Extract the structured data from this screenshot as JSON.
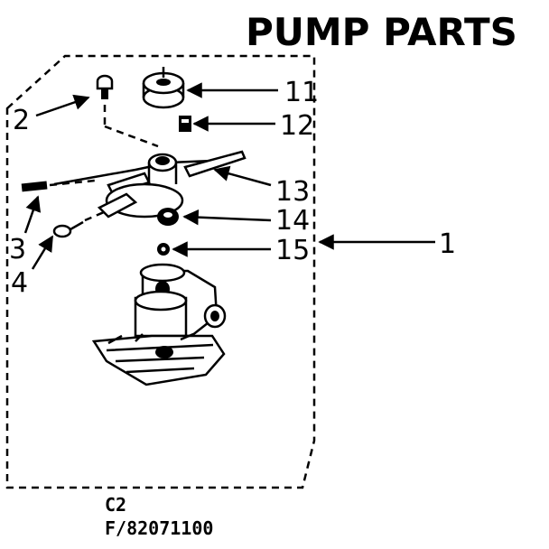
{
  "title": "PUMP PARTS",
  "callouts": {
    "c1": "1",
    "c2": "2",
    "c3": "3",
    "c4": "4",
    "c11": "11",
    "c12": "12",
    "c13": "13",
    "c14": "14",
    "c15": "15"
  },
  "footer": {
    "section": "C2",
    "code": "F/82071100"
  }
}
